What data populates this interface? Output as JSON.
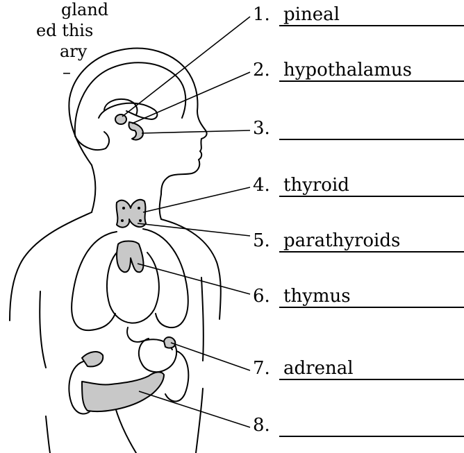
{
  "intro_text": [
    "gland",
    "ed this",
    "ary",
    "–"
  ],
  "labels": [
    {
      "number": "1.",
      "answer": "pineal"
    },
    {
      "number": "2.",
      "answer": "hypothalamus"
    },
    {
      "number": "3.",
      "answer": ""
    },
    {
      "number": "4.",
      "answer": "thyroid"
    },
    {
      "number": "5.",
      "answer": "parathyroids"
    },
    {
      "number": "6.",
      "answer": "thymus"
    },
    {
      "number": "7.",
      "answer": "adrenal"
    },
    {
      "number": "8.",
      "answer": ""
    }
  ],
  "colors": {
    "outline": "#000000",
    "gland_fill": "#c8c8c8"
  }
}
